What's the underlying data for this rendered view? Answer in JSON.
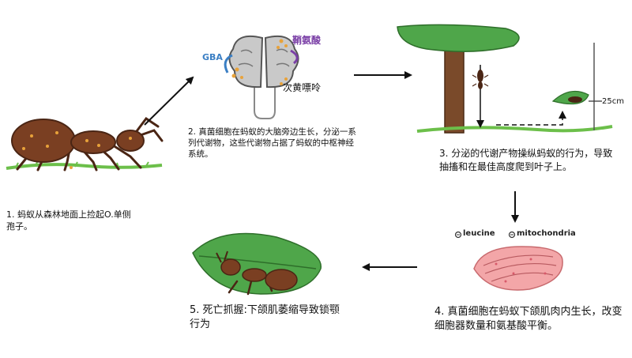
{
  "steps": [
    {
      "number": "1.",
      "text": "蚂蚁从森林地面上捡起O.单侧孢子。"
    },
    {
      "number": "2.",
      "text": "真菌细胞在蚂蚁的大脑旁边生长，分泌一系列代谢物，这些代谢物占据了蚂蚁的中枢神经系统。"
    },
    {
      "number": "3.",
      "text": "分泌的代谢产物操纵蚂蚁的行为，导致抽搐和在最佳高度爬到叶子上。"
    },
    {
      "number": "4.",
      "text": "真菌细胞在蚂蚁下颌肌肉内生长，改变细胞器数量和氨基酸平衡。"
    },
    {
      "number": "5.",
      "text": "死亡抓握:下颌肌萎缩导致锁颚行为"
    }
  ],
  "brain_labels": {
    "gba": "GBA",
    "ergothioneine": "鞘氨酸",
    "hypoxanthine": "次黄嘌呤"
  },
  "height_label": "25cm",
  "muscle_labels": {
    "leucine": "leucine",
    "mitochondria": "mitochondria"
  },
  "colors": {
    "ant_body": "#7a3f22",
    "ant_dark": "#4a2514",
    "fungus_dots": "#e8a23a",
    "leaf_green": "#4fa64a",
    "grass_green": "#6cbf4a",
    "muscle_pink": "#f3a6a8",
    "brain_gray": "#c9c9c9",
    "gba_blue": "#3b7fc4",
    "ergo_purple": "#7a3fa6",
    "tree_trunk": "#7a4a2a"
  }
}
